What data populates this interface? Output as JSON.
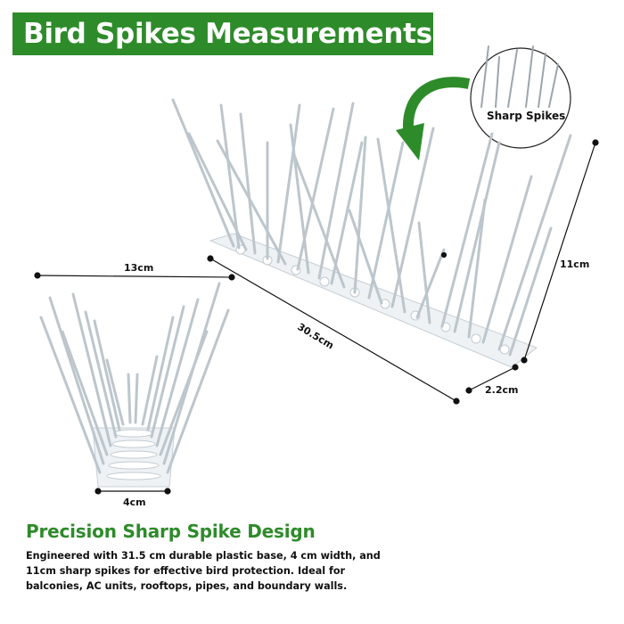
{
  "title": "Bird Spikes Measurements",
  "callout": {
    "label": "Sharp Spikes",
    "arrow_icon": "curved-arrow-icon"
  },
  "measurements": {
    "length": "30.5cm",
    "height": "11cm",
    "base_depth": "2.2cm",
    "top_spread": "13cm",
    "base_width": "4cm"
  },
  "headline": "Precision Sharp Spike Design",
  "description": "Engineered with 31.5 cm durable plastic base, 4 cm width, and 11cm sharp spikes for effective bird protection. Ideal for balconies, AC units, rooftops, pipes, and boundary walls.",
  "colors": {
    "brand_green": "#2e8b2a",
    "spike": "#c9d2d8"
  }
}
